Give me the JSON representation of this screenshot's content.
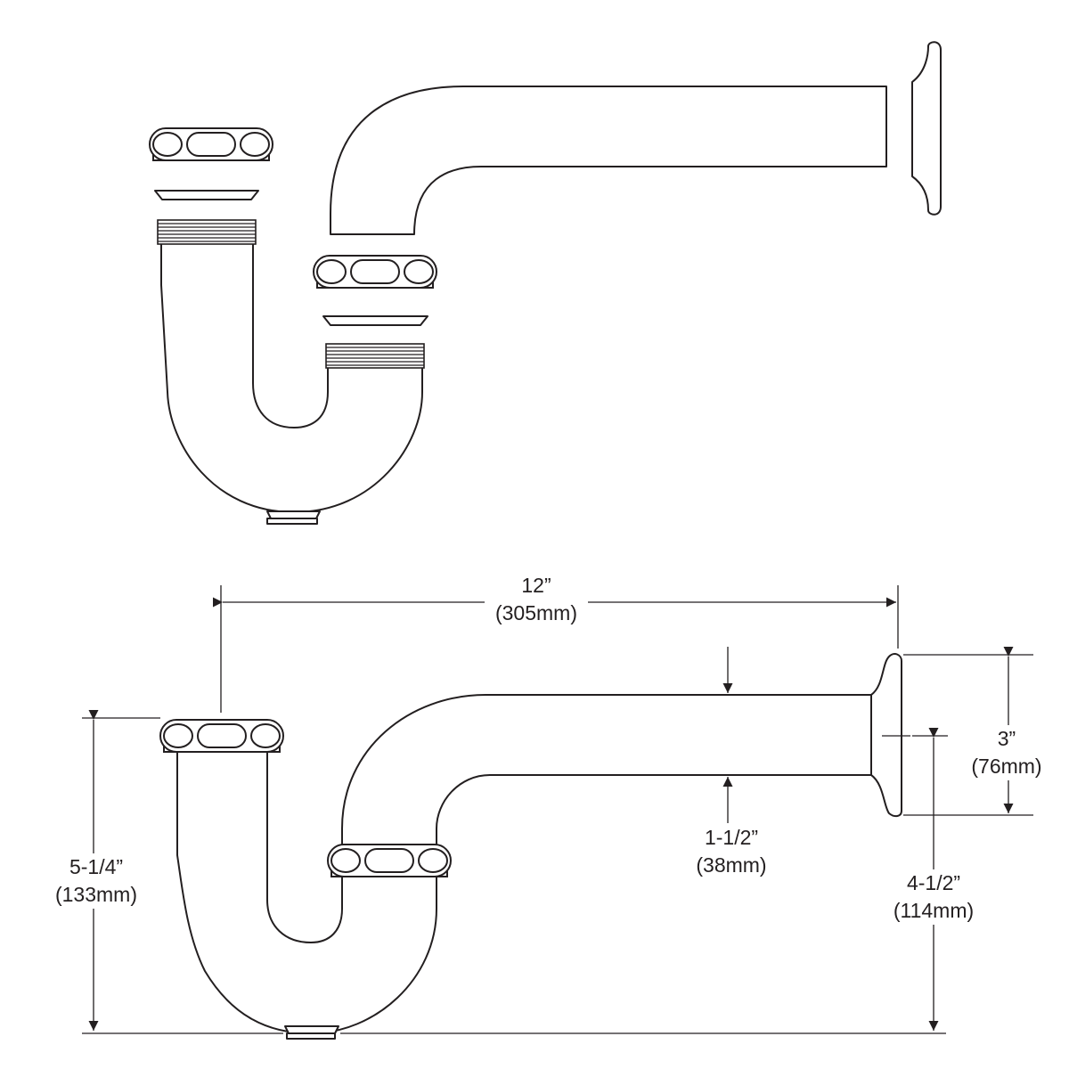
{
  "dimensions": {
    "overall_length": {
      "imperial": "12”",
      "metric": "(305mm)"
    },
    "flange_height": {
      "imperial": "3”",
      "metric": "(76mm)"
    },
    "tube_diameter": {
      "imperial": "1-1/2”",
      "metric": "(38mm)"
    },
    "drop_height": {
      "imperial": "4-1/2”",
      "metric": "(114mm)"
    },
    "trap_height": {
      "imperial": "5-1/4”",
      "metric": "(133mm)"
    }
  },
  "colors": {
    "line": "#231f20",
    "background": "#ffffff"
  }
}
